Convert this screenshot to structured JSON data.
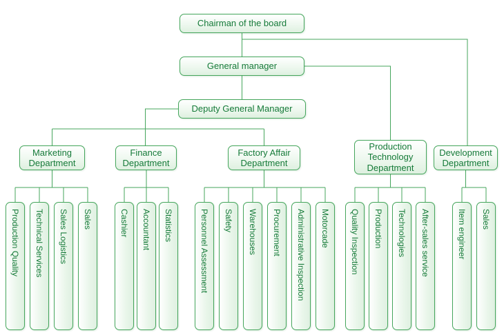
{
  "palette": {
    "line": "#44a55b",
    "box_border": "#44a55b",
    "box_text": "#157a38",
    "box_fill_top": "#ffffff",
    "box_fill_bottom": "#def0e0",
    "background": "#ffffff"
  },
  "nodes": {
    "chairman": "Chairman of the board",
    "general_manager": "General manager",
    "deputy_general_manager": "Deputy General Manager"
  },
  "departments": [
    {
      "label": "Marketing Department",
      "children": [
        "Production Quality",
        "Technical Services",
        "Sales Logistics",
        "Sales"
      ]
    },
    {
      "label": "Finance Department",
      "children": [
        "Cashier",
        "Accountant",
        "Statistics"
      ]
    },
    {
      "label": "Factory Affair Department",
      "children": [
        "Personnel Assessment",
        "Safety",
        "Warehouses",
        "Procurement",
        "Administrative Inspection",
        "Motorcade"
      ]
    },
    {
      "label": "Production Technology Department",
      "children": [
        "Quality Inspection",
        "Production",
        "Technologies",
        "After-sales service"
      ]
    },
    {
      "label": "Development Department",
      "children": [
        "Item engineer",
        "Sales"
      ]
    }
  ]
}
